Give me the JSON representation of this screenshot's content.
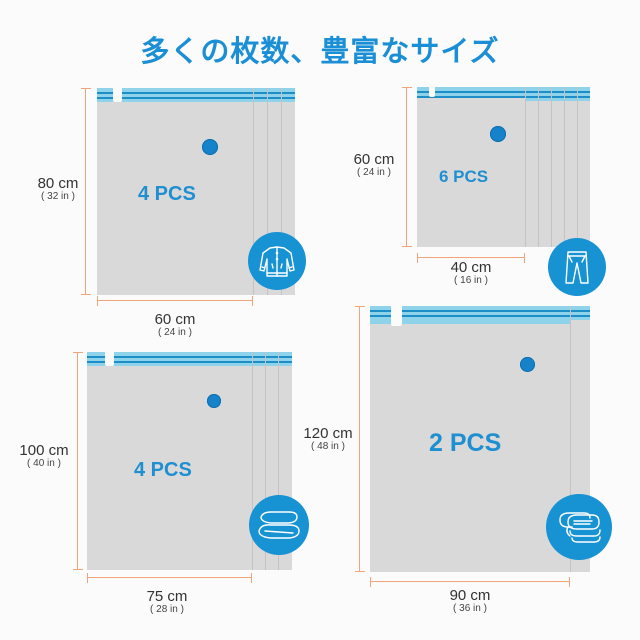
{
  "title": "多くの枚数、豊富なサイズ",
  "colors": {
    "accent": "#1a8fd6",
    "bag": "#d9d9da",
    "zipper": "#8fd3ea",
    "zipper_line": "#1c8fc8",
    "dimension_line": "#f0a47a",
    "badge": "#1792d2"
  },
  "bags": [
    {
      "id": "bag-80x60",
      "count_label": "4 PCS",
      "height_cm": "80 cm",
      "height_in": "( 32 in )",
      "width_cm": "60 cm",
      "width_in": "( 24 in )",
      "icon": "jacket-icon"
    },
    {
      "id": "bag-60x40",
      "count_label": "6 PCS",
      "height_cm": "60 cm",
      "height_in": "( 24 in )",
      "width_cm": "40 cm",
      "width_in": "( 16 in )",
      "icon": "pants-icon"
    },
    {
      "id": "bag-100x75",
      "count_label": "4 PCS",
      "height_cm": "100 cm",
      "height_in": "( 40 in )",
      "width_cm": "75 cm",
      "width_in": "( 28 in )",
      "icon": "pillows-icon"
    },
    {
      "id": "bag-120x90",
      "count_label": "2 PCS",
      "height_cm": "120 cm",
      "height_in": "( 48 in )",
      "width_cm": "90 cm",
      "width_in": "( 36 in )",
      "icon": "blankets-icon"
    }
  ]
}
